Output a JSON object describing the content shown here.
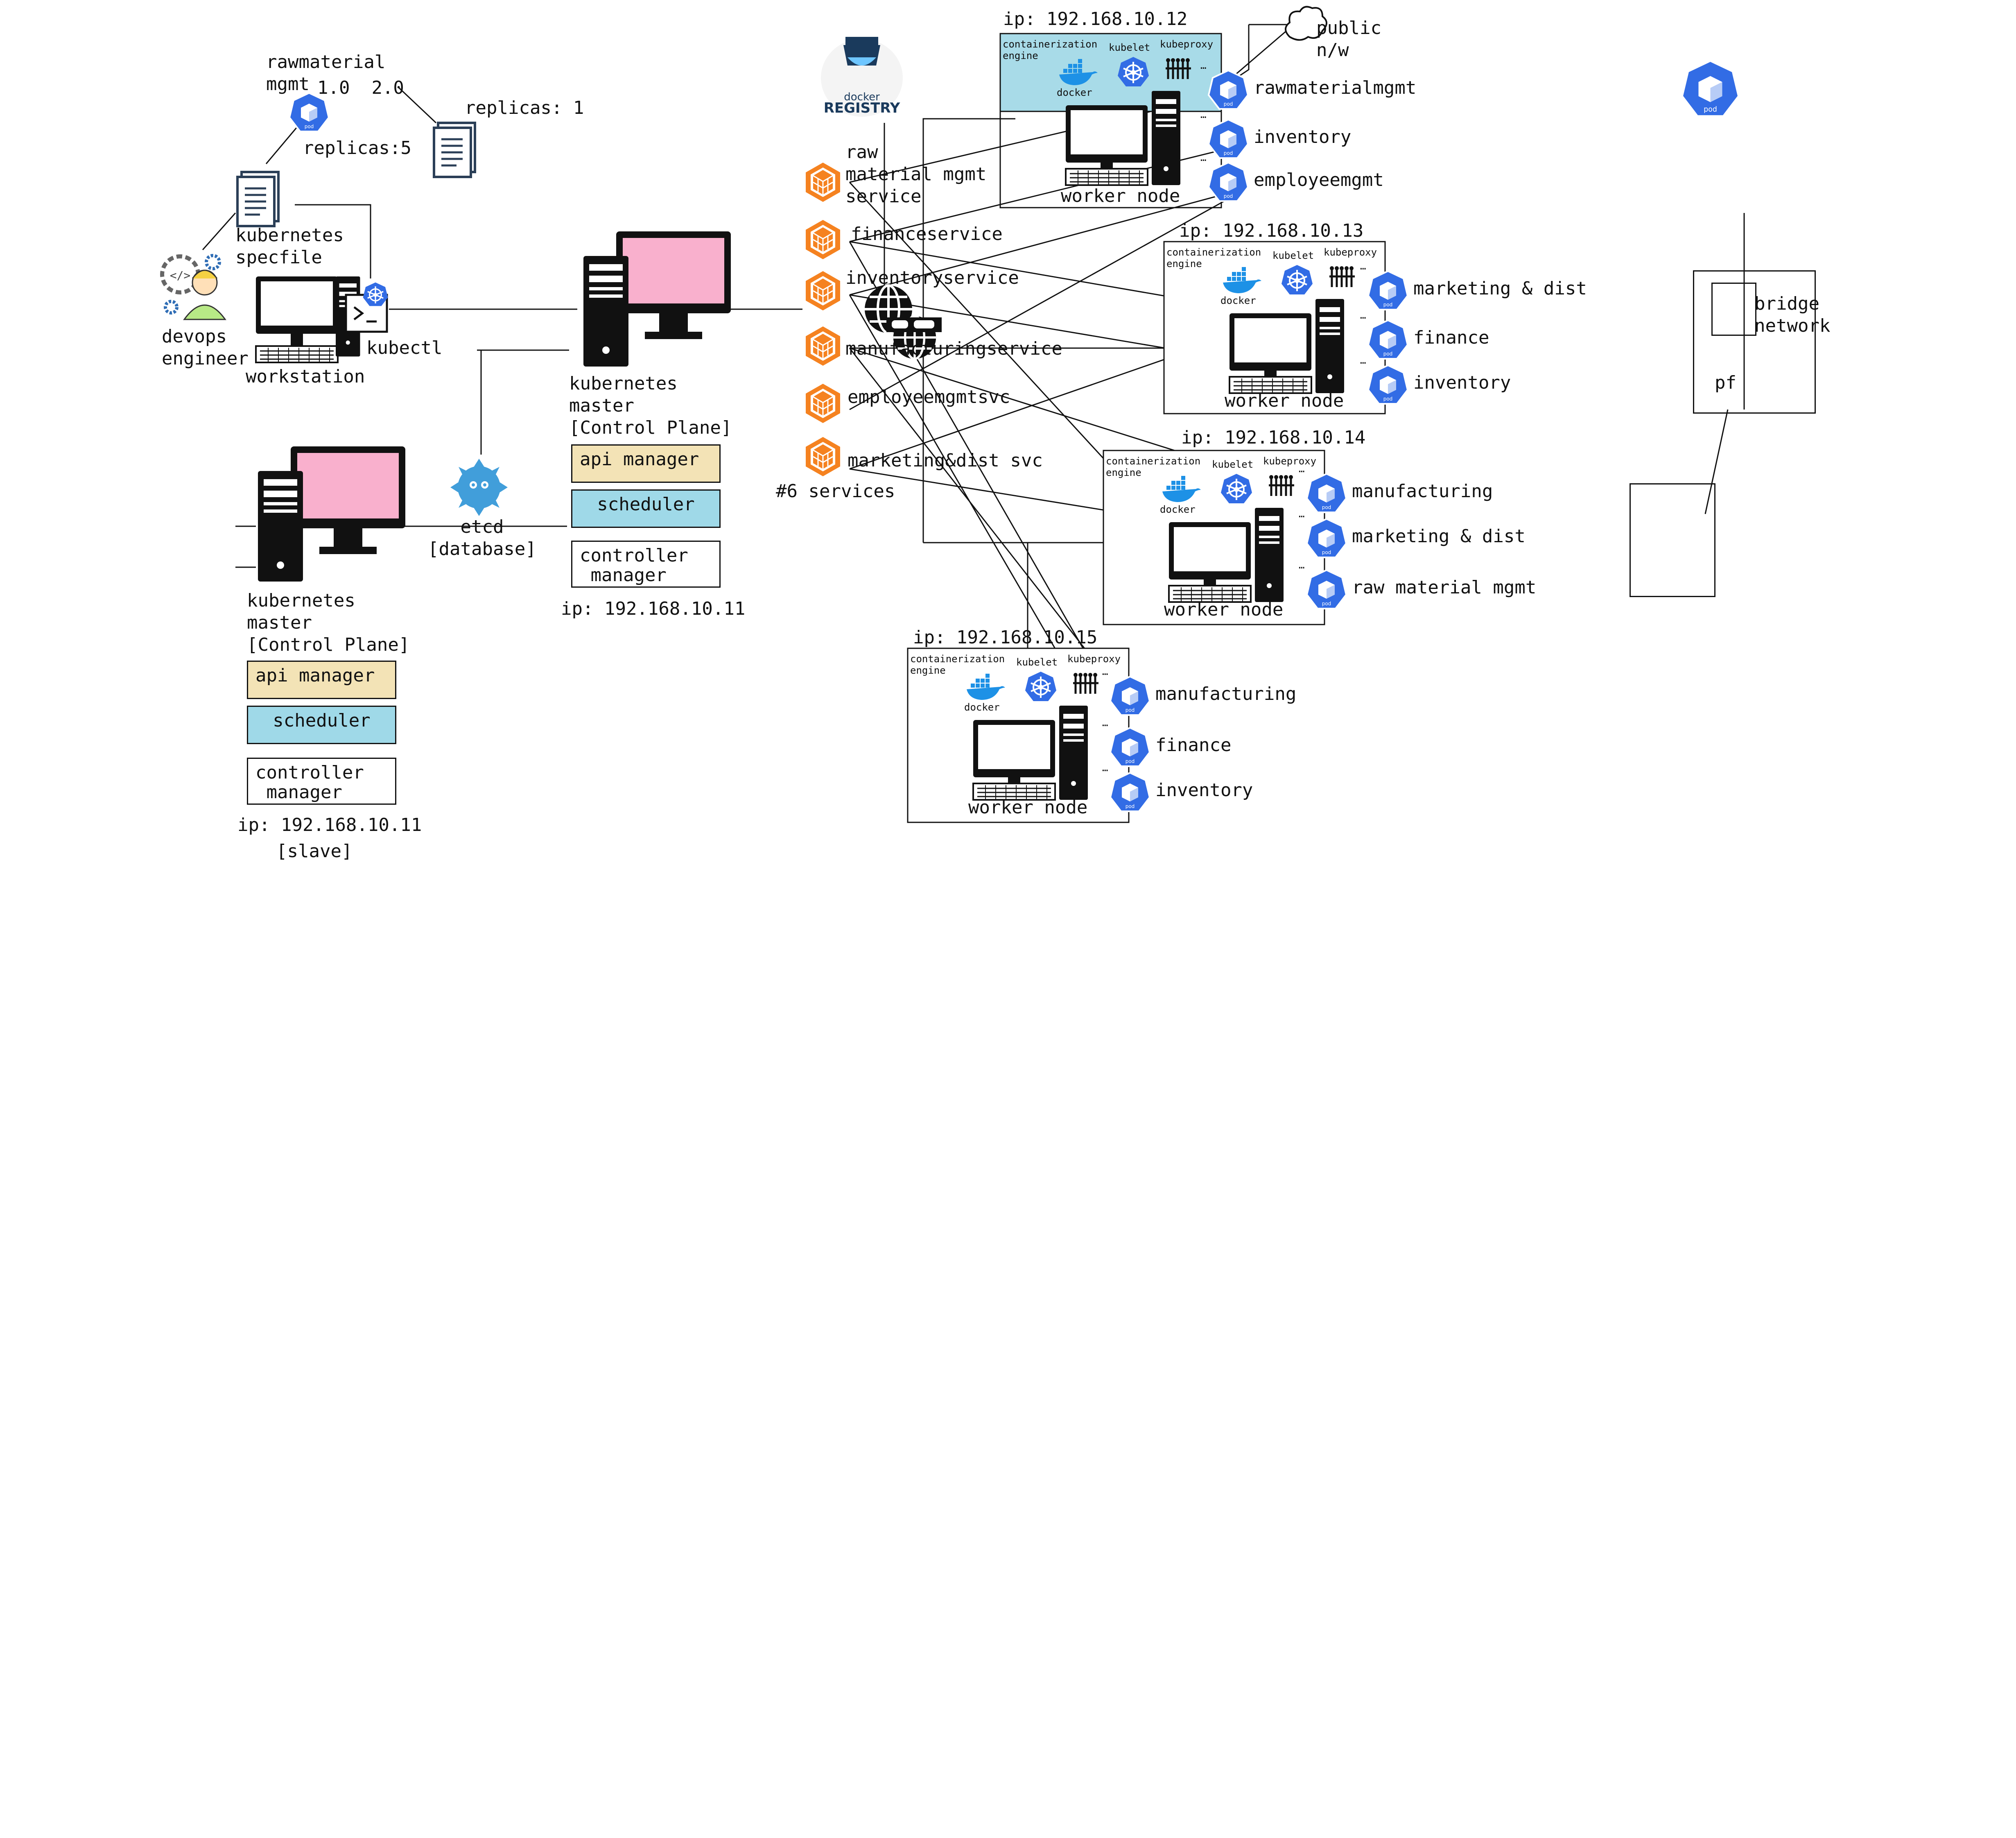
{
  "colors": {
    "master_bg": "#f9b0cd",
    "api_manager_bg": "#f3e3b6",
    "scheduler_bg": "#9fd9e8",
    "node_highlight_bg": "#a8dbe8",
    "pod_blue": "#326ce5",
    "service_orange": "#f58220",
    "docker_blue": "#1d91e6"
  },
  "specfile": {
    "title": "rawmaterial\nmgmt",
    "versions": "1.0  2.0",
    "replicas_5": "replicas:5",
    "replicas_1": "replicas: 1",
    "label": "kubernetes\nspecfile"
  },
  "devops": {
    "label": "devops\nengineer"
  },
  "workstation": {
    "label": "workstation",
    "kubectl": "kubectl"
  },
  "etcd": {
    "label": "etcd\n[database]"
  },
  "master_primary": {
    "title": "kubernetes\nmaster\n[Control Plane]",
    "api": "api manager",
    "scheduler": "scheduler",
    "controller": "controller\n manager",
    "ip": "ip: 192.168.10.11"
  },
  "master_slave": {
    "title": "kubernetes\nmaster\n[Control Plane]",
    "api": "api manager",
    "scheduler": "scheduler",
    "controller": "controller\n manager",
    "ip": "ip: 192.168.10.11",
    "role": "[slave]"
  },
  "registry": {
    "top": "docker",
    "bottom": "REGISTRY"
  },
  "services": {
    "items": [
      "raw\nmaterial mgmt\nservice",
      "financeservice",
      "inventoryservice",
      "manufacturingservice",
      "employeemgmtsvc",
      "marketing&dist svc"
    ],
    "count_label": "#6 services"
  },
  "node_header": {
    "engine": "containerization\nengine",
    "kubelet": "kubelet",
    "kubeproxy": "kubeproxy",
    "docker": "docker",
    "worker": "worker node",
    "pod": "pod"
  },
  "nodes": [
    {
      "ip": "ip: 192.168.10.12",
      "pods": [
        "rawmaterialmgmt",
        "inventory",
        "employeemgmt"
      ]
    },
    {
      "ip": "ip: 192.168.10.13",
      "pods": [
        "marketing & dist",
        "finance",
        "inventory"
      ]
    },
    {
      "ip": "ip: 192.168.10.14",
      "pods": [
        "manufacturing",
        "marketing & dist",
        "raw material mgmt"
      ]
    },
    {
      "ip": "ip: 192.168.10.15",
      "pods": [
        "manufacturing",
        "finance",
        "inventory"
      ]
    }
  ],
  "public_network": {
    "label": "public\nn/w"
  },
  "bridge": {
    "label": "bridge\nnetwork",
    "pf": "pf"
  }
}
